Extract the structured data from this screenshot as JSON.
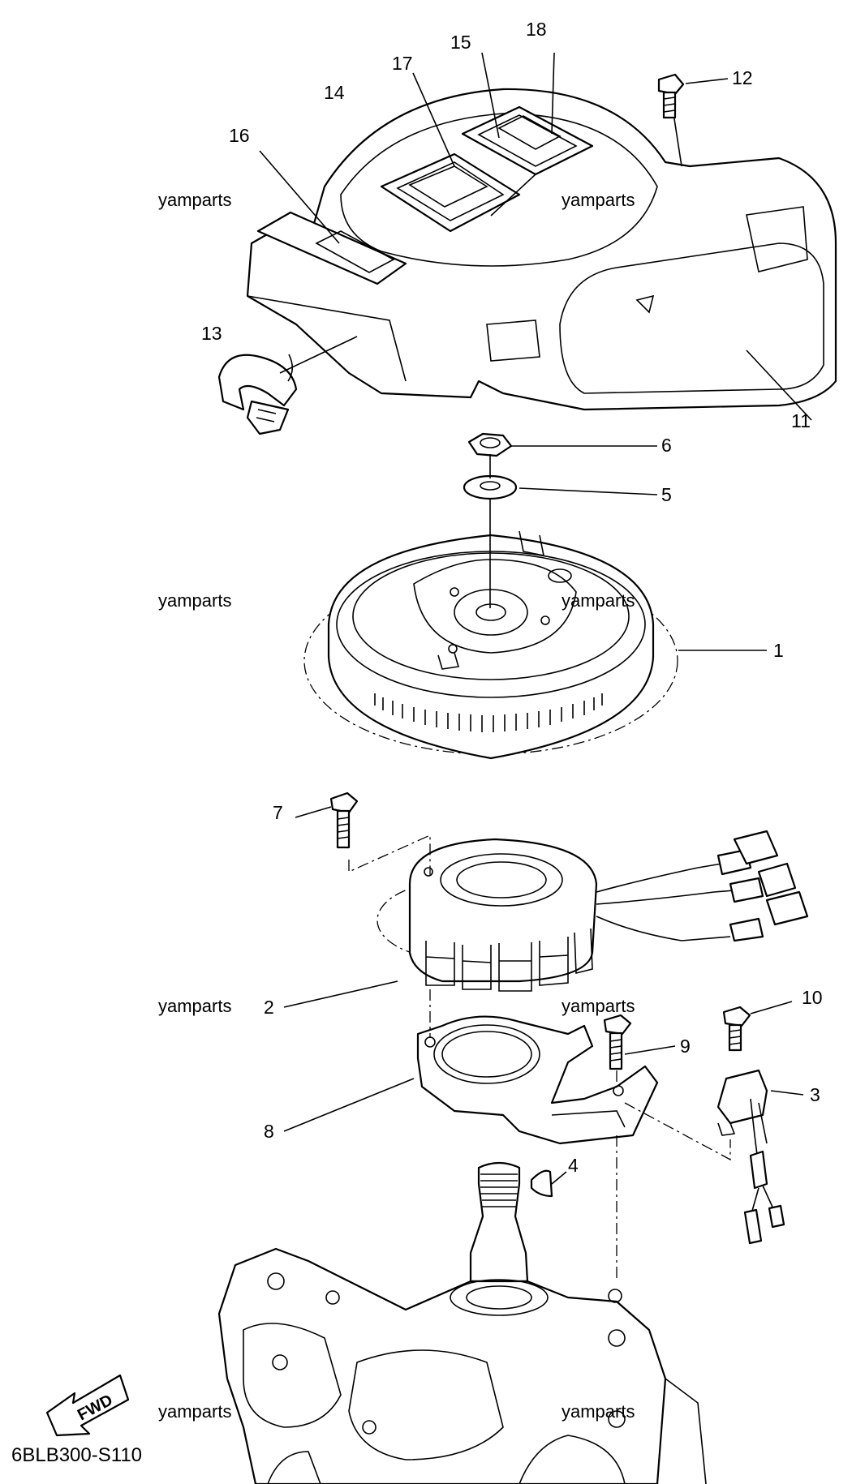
{
  "parts": [
    {
      "number": "1"
    },
    {
      "number": "2"
    },
    {
      "number": "3"
    },
    {
      "number": "4"
    },
    {
      "number": "5"
    },
    {
      "number": "6"
    },
    {
      "number": "7"
    },
    {
      "number": "8"
    },
    {
      "number": "9"
    },
    {
      "number": "10"
    },
    {
      "number": "11"
    },
    {
      "number": "12"
    },
    {
      "number": "13"
    },
    {
      "number": "14"
    },
    {
      "number": "15"
    },
    {
      "number": "16"
    },
    {
      "number": "17"
    },
    {
      "number": "18"
    }
  ],
  "watermark": "yamparts",
  "diagram_code": "6BLB300-S110",
  "fwd_label": "FWD"
}
